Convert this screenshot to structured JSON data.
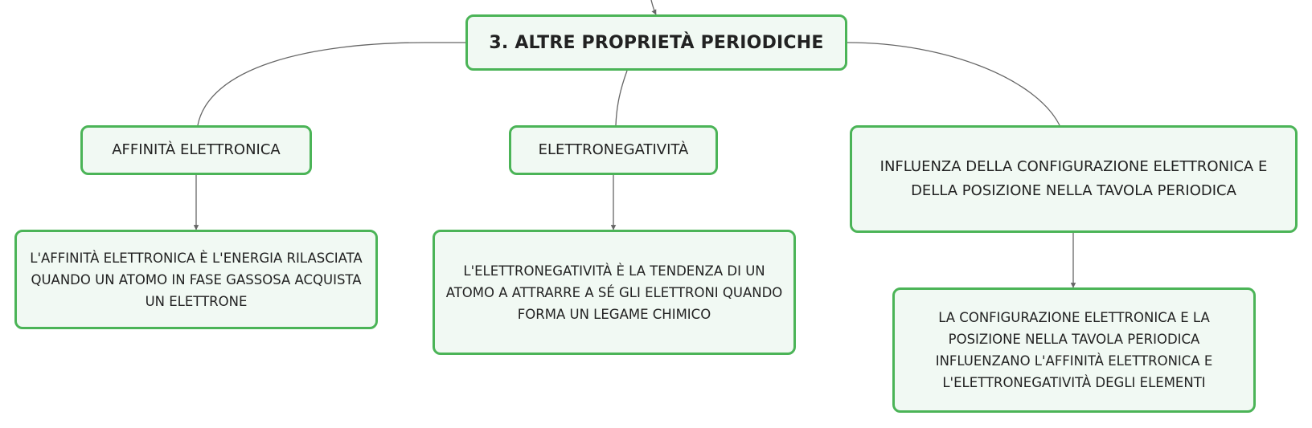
{
  "diagram": {
    "root": {
      "label": "3. ALTRE PROPRIETÀ PERIODICHE"
    },
    "branches": [
      {
        "label": "AFFINITÀ ELETTRONICA",
        "description": "L'AFFINITÀ ELETTRONICA È L'ENERGIA RILASCIATA QUANDO UN ATOMO IN FASE GASSOSA ACQUISTA UN ELETTRONE"
      },
      {
        "label": "ELETTRONEGATIVITÀ",
        "description": "L'ELETTRONEGATIVITÀ È LA TENDENZA DI UN ATOMO A ATTRARRE A SÉ GLI ELETTRONI QUANDO FORMA UN LEGAME CHIMICO"
      },
      {
        "label": "INFLUENZA DELLA CONFIGURAZIONE ELETTRONICA E DELLA POSIZIONE NELLA TAVOLA PERIODICA",
        "description": "LA CONFIGURAZIONE ELETTRONICA E LA POSIZIONE NELLA TAVOLA PERIODICA INFLUENZANO L'AFFINITÀ ELETTRONICA E L'ELETTRONEGATIVITÀ DEGLI ELEMENTI"
      }
    ],
    "colors": {
      "border": "#4bb457",
      "fill": "#f1f9f3",
      "connector": "#666666"
    }
  }
}
